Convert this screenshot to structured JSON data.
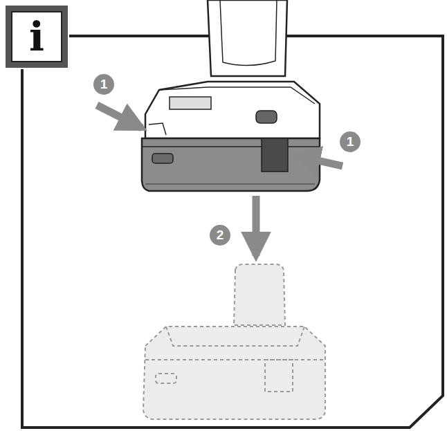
{
  "diagram": {
    "labels": [
      "i",
      "1",
      "1",
      "2"
    ]
  }
}
